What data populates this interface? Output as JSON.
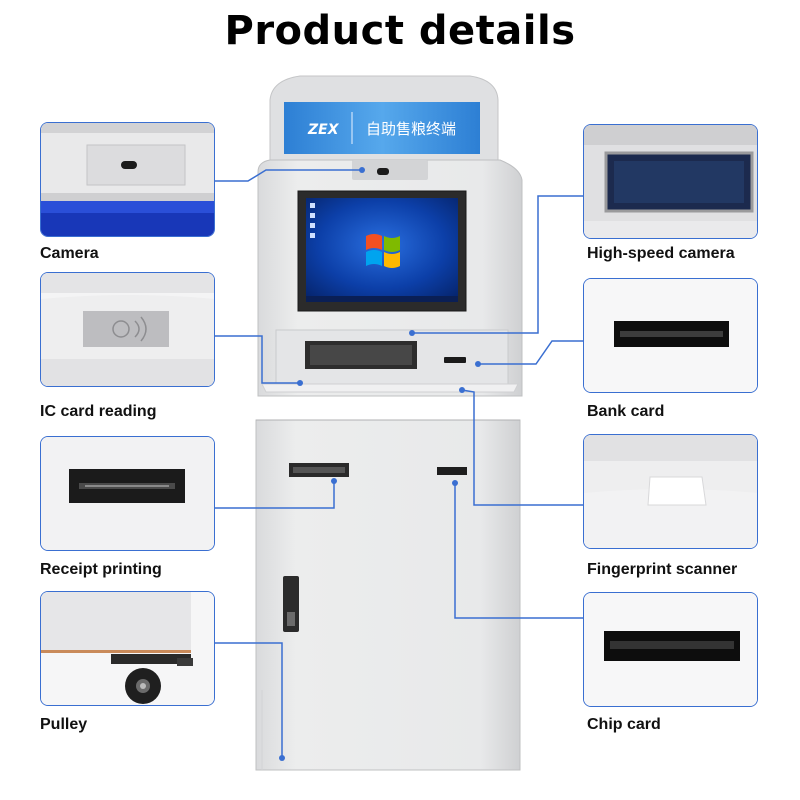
{
  "title": "Product details",
  "banner": {
    "logo": "ZEX",
    "text": "自助售粮终端"
  },
  "features_left": [
    {
      "label": "Camera",
      "icon": "camera-detail"
    },
    {
      "label": "IC card reading",
      "icon": "ic-card-reader-detail"
    },
    {
      "label": "Receipt printing",
      "icon": "receipt-printer-detail"
    },
    {
      "label": "Pulley",
      "icon": "caster-wheel-detail"
    }
  ],
  "features_right": [
    {
      "label": "High-speed camera",
      "icon": "high-speed-camera-detail"
    },
    {
      "label": "Bank card",
      "icon": "bank-card-slot-detail"
    },
    {
      "label": "Fingerprint scanner",
      "icon": "fingerprint-scanner-detail"
    },
    {
      "label": "Chip card",
      "icon": "chip-card-slot-detail"
    }
  ],
  "colors": {
    "callout_line": "#3a6fd1",
    "kiosk_body": "#e6e7e9",
    "banner_blue": "#2f86d8"
  }
}
